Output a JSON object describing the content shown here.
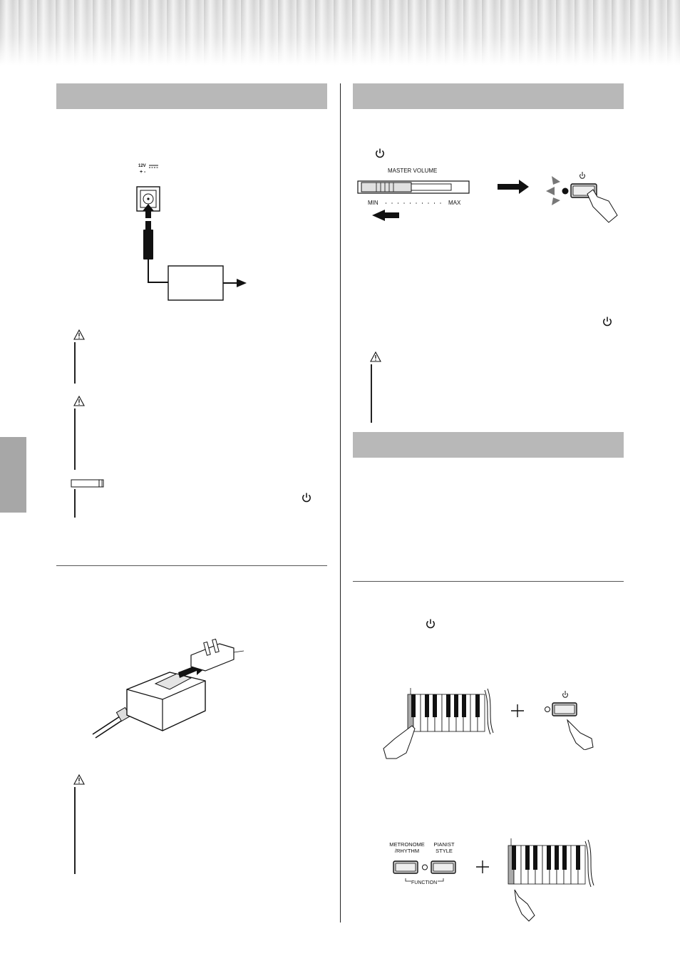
{
  "diagrams": {
    "dc_in_voltage": "12V",
    "dc_in_polarity": "+ -",
    "master_volume_label": "MASTER VOLUME",
    "volume_min": "MIN",
    "volume_max": "MAX",
    "metronome_button_label": "METRONOME\n/RHYTHM",
    "pianist_style_button_label": "PIANIST\nSTYLE",
    "function_label": "FUNCTION"
  },
  "icons": {
    "power": "power-icon",
    "caution": "caution-triangle-icon",
    "note": "note-tab-icon"
  },
  "colors": {
    "heading_bar": "#b8b8b8",
    "side_tab": "#a7a7a7"
  }
}
